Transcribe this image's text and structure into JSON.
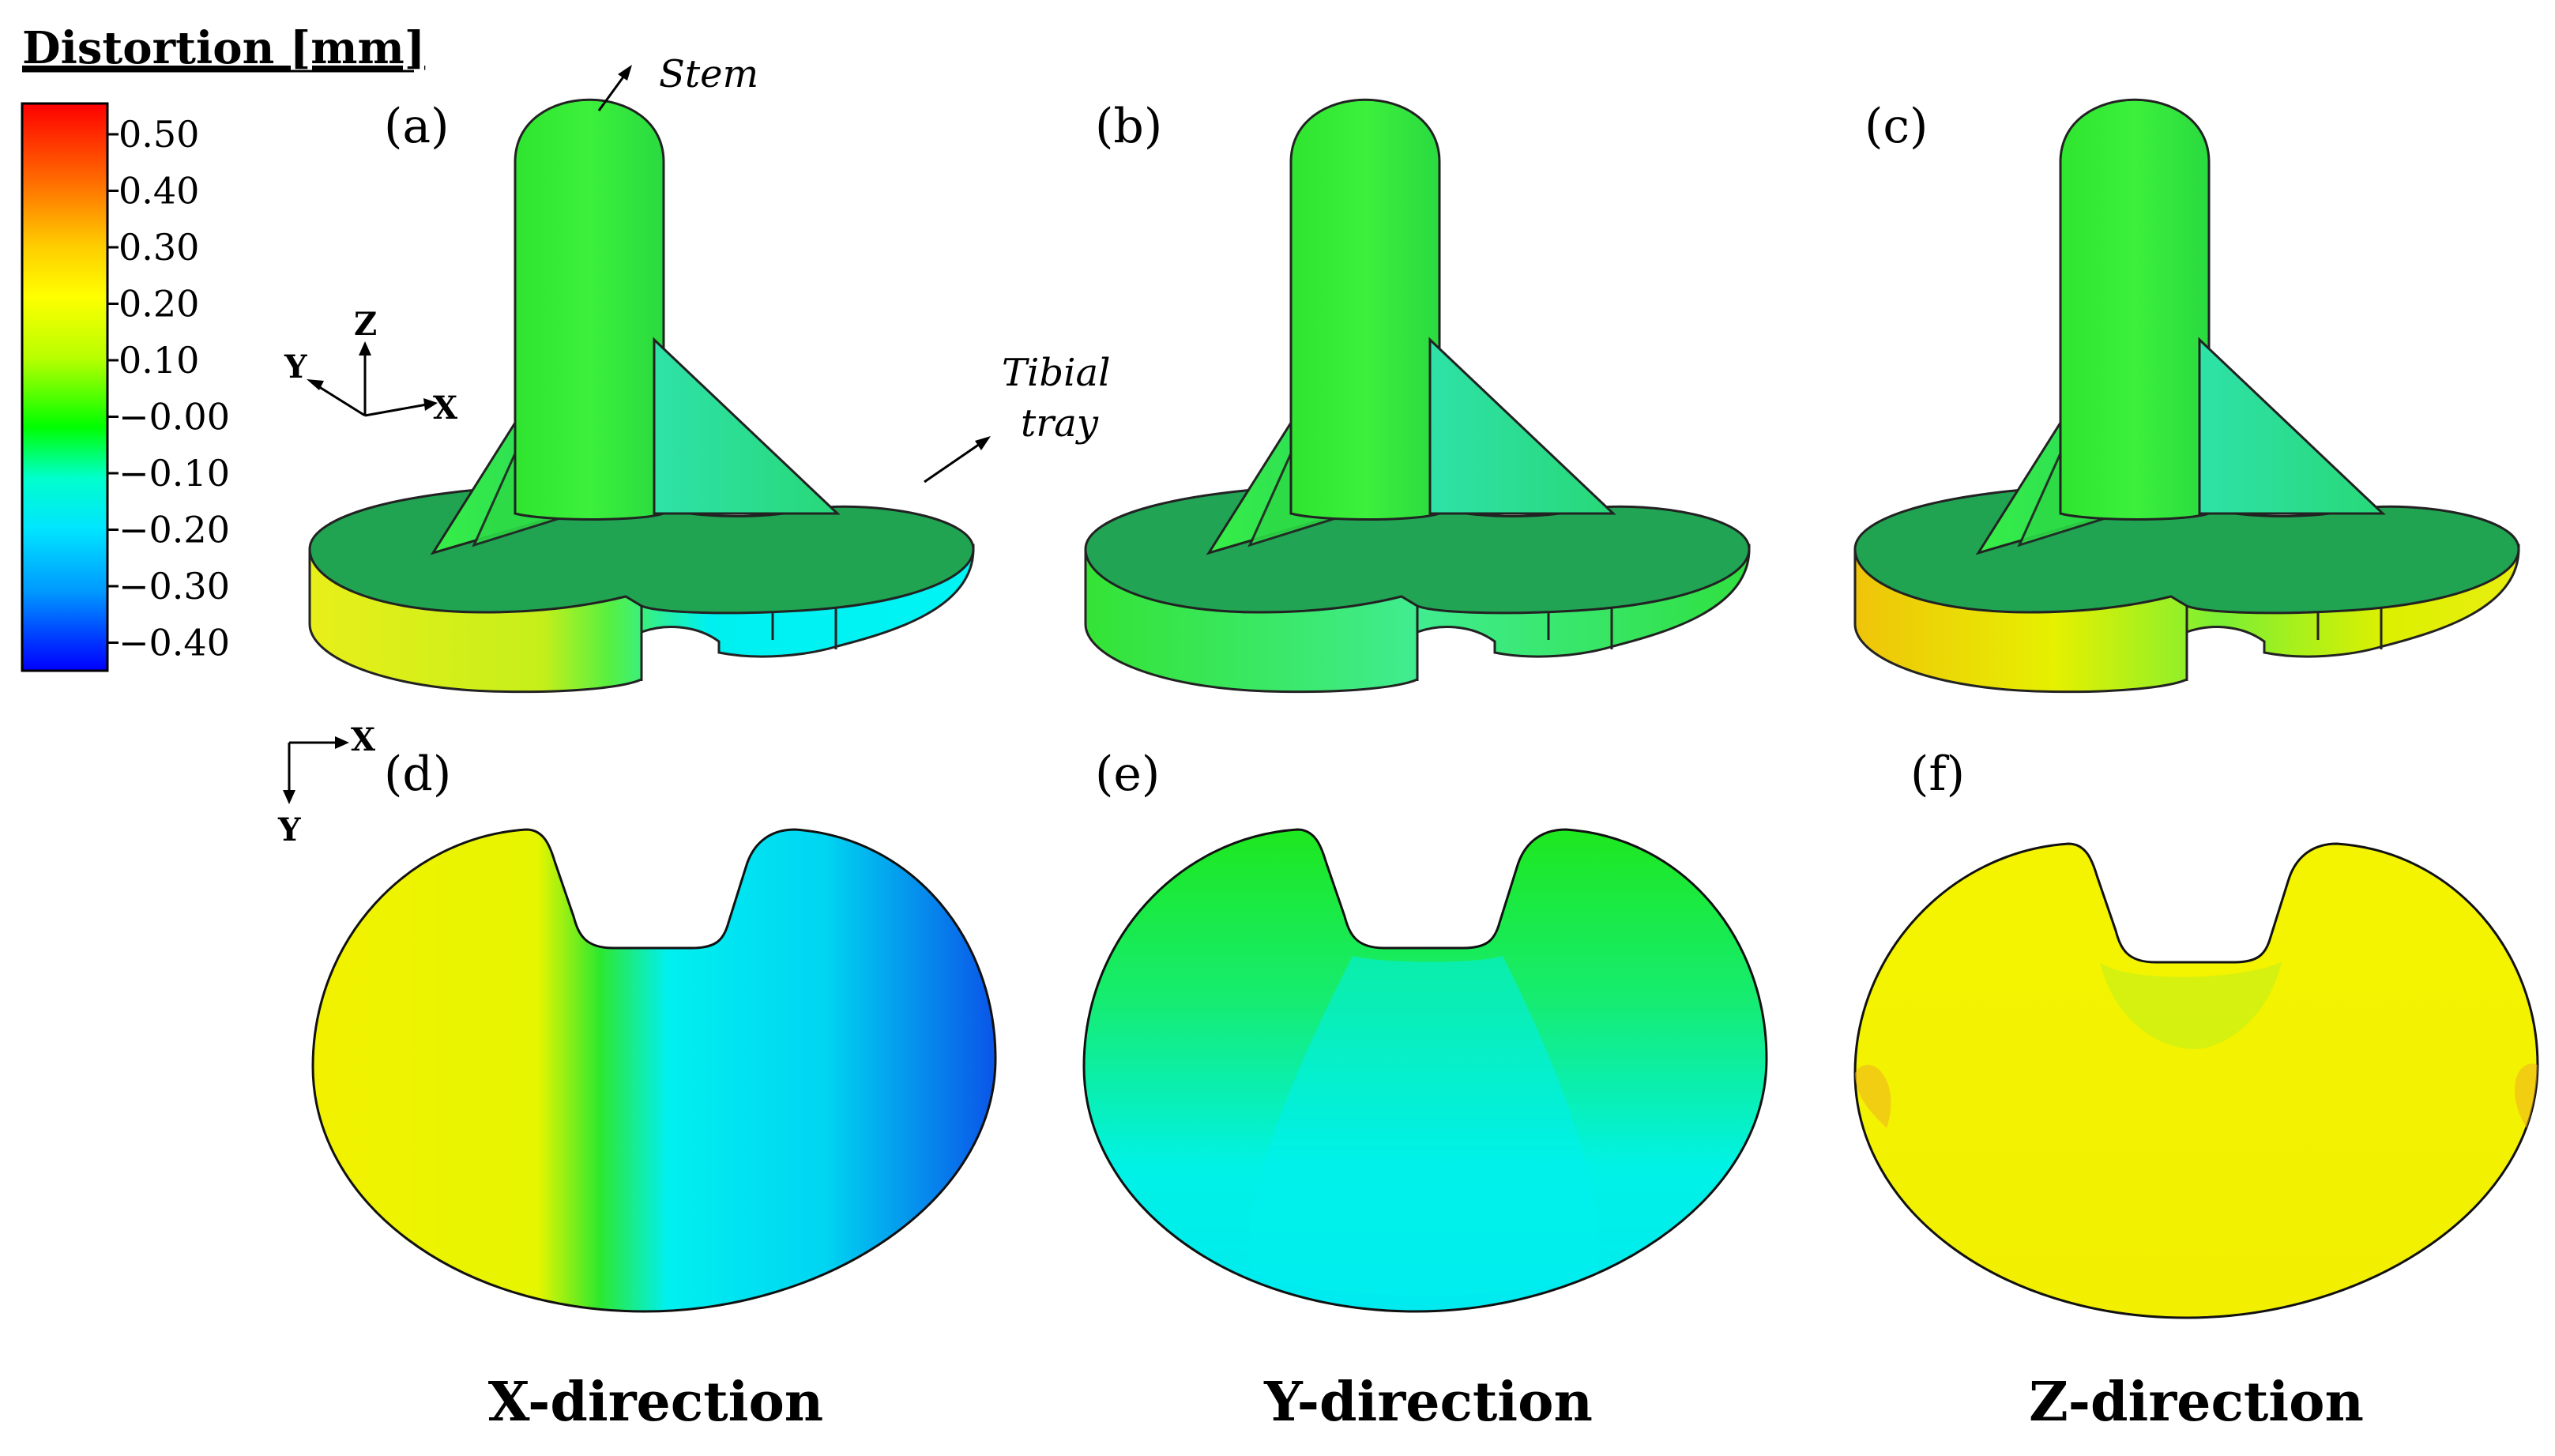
{
  "legend": {
    "title": "Distortion [mm]",
    "ticks": [
      "0.50",
      "0.40",
      "0.30",
      "0.20",
      "0.10",
      "−0.00",
      "−0.10",
      "−0.20",
      "−0.30",
      "−0.40"
    ],
    "colors": [
      "#ff0000",
      "#ff6600",
      "#ffcc00",
      "#ffff00",
      "#b7ff00",
      "#00ff00",
      "#00ffcc",
      "#00e5ff",
      "#0099ff",
      "#0033ff",
      "#0000ff"
    ]
  },
  "panels": [
    {
      "label": "(a)",
      "view": "iso",
      "direction": "X"
    },
    {
      "label": "(b)",
      "view": "iso",
      "direction": "Y"
    },
    {
      "label": "(c)",
      "view": "iso",
      "direction": "Z"
    },
    {
      "label": "(d)",
      "view": "top",
      "direction": "X"
    },
    {
      "label": "(e)",
      "view": "top",
      "direction": "Y"
    },
    {
      "label": "(f)",
      "view": "top",
      "direction": "Z"
    }
  ],
  "annotations": {
    "stem": "Stem",
    "tray_line1": "Tibial",
    "tray_line2": "tray"
  },
  "axes_iso": {
    "z": "Z",
    "y": "Y",
    "x": "X"
  },
  "axes_top": {
    "x": "X",
    "y": "Y"
  },
  "column_titles": [
    "X-direction",
    "Y-direction",
    "Z-direction"
  ],
  "colors": {
    "stem_green": "#33ee33",
    "tray_top": "#1fa650",
    "yellow": "#f4f400",
    "cyan": "#00ffff",
    "blue": "#0a6cf0",
    "green": "#1aef1a"
  }
}
